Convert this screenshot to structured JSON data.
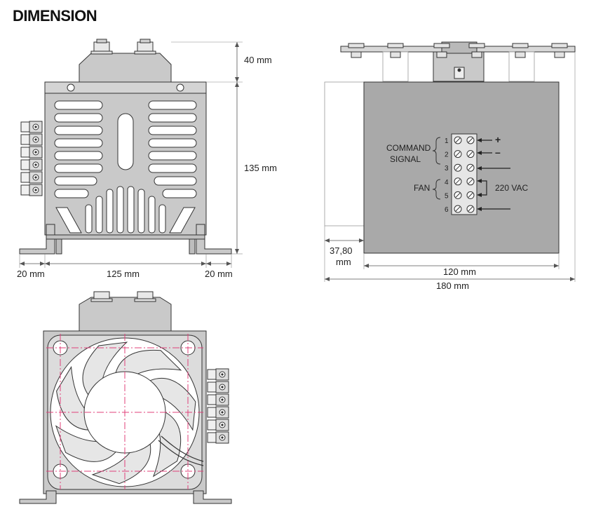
{
  "title": "DIMENSION",
  "front_view": {
    "dim_top": "40 mm",
    "dim_height": "135 mm",
    "dim_left": "20 mm",
    "dim_width": "125 mm",
    "dim_right": "20 mm"
  },
  "side_view": {
    "command_label_1": "COMMAND",
    "command_label_2": "SIGNAL",
    "fan_label": "FAN",
    "vac_label": "220 VAC",
    "terminal_numbers": [
      "1",
      "2",
      "3",
      "4",
      "5",
      "6"
    ],
    "plus_sign": "+",
    "minus_sign": "–",
    "dim_offset_1": "37,80",
    "dim_offset_2": "mm",
    "dim_inner": "120 mm",
    "dim_total": "180 mm"
  },
  "colors": {
    "metal": "#c9c9c9",
    "body": "#a9a9a9",
    "dark": "#333333",
    "crosshair": "#e0407a"
  }
}
